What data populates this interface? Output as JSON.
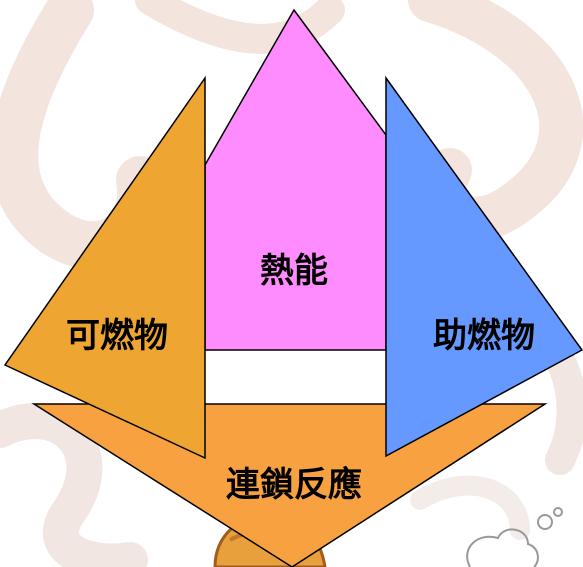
{
  "diagram": {
    "elements": [
      {
        "id": "heat",
        "label": "熱能",
        "color": "#FF8CFF"
      },
      {
        "id": "fuel",
        "label": "可燃物",
        "color": "#EFA532"
      },
      {
        "id": "oxidizer",
        "label": "助燃物",
        "color": "#6699FF"
      },
      {
        "id": "chain",
        "label": "連鎖反應",
        "color": "#F7A140"
      }
    ],
    "outline_color": "#000000",
    "background_color": "#FFFFFF"
  }
}
